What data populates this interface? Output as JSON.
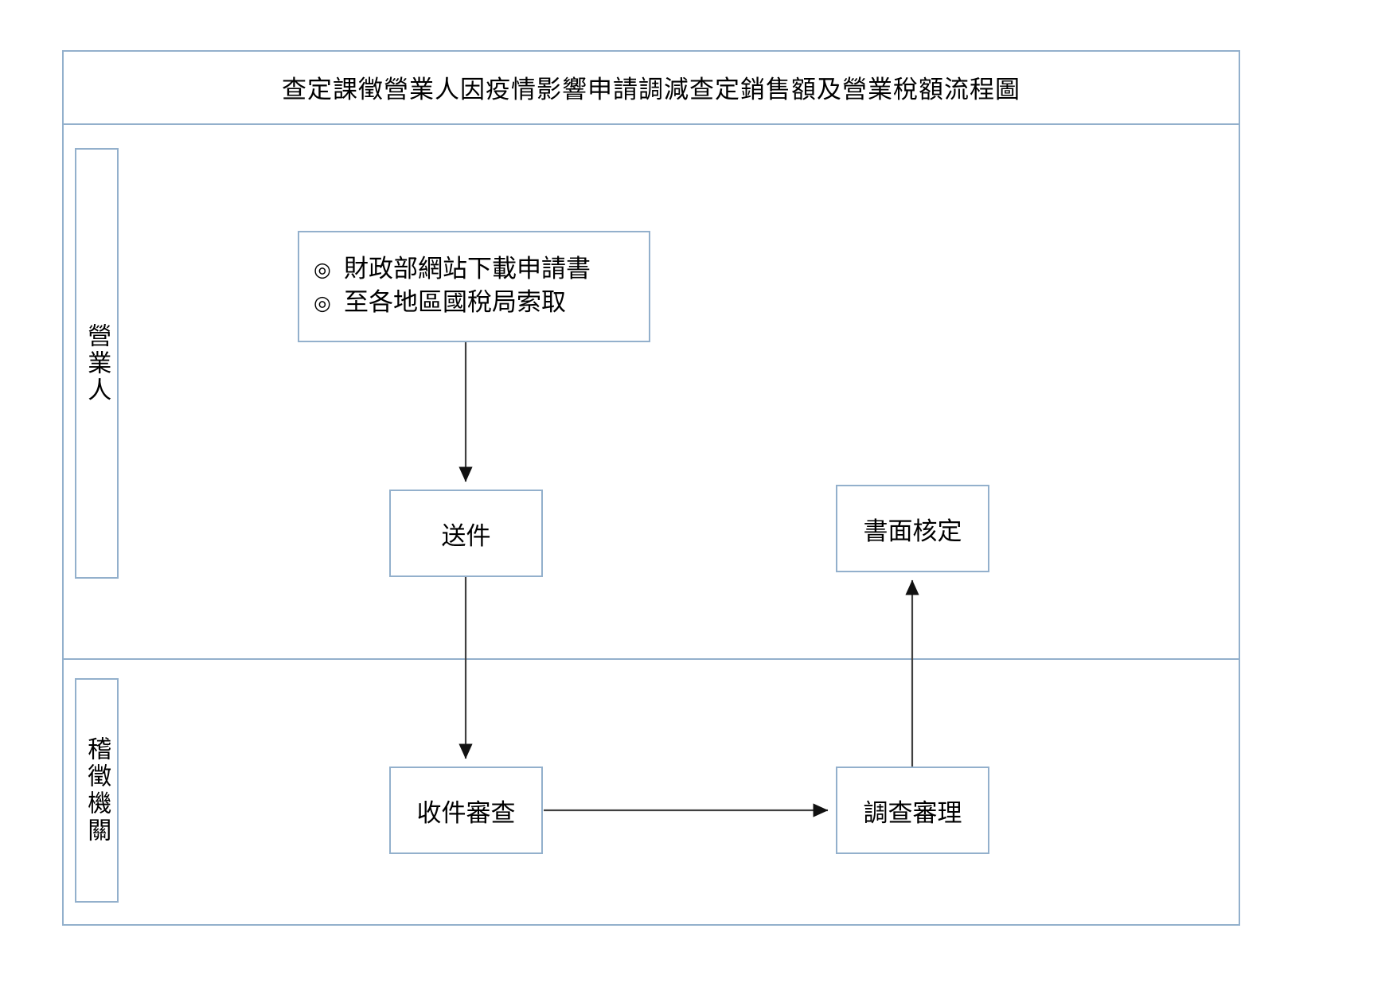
{
  "diagram": {
    "title": "查定課徵營業人因疫情影響申請調減查定銷售額及營業稅額流程圖",
    "type": "swimlane-flowchart",
    "colors": {
      "border": "#93b0cc",
      "connector": "#404040",
      "background": "#ffffff",
      "text": "#000000"
    },
    "lanes": [
      {
        "id": "lane-taxpayer",
        "label": "營業人",
        "orientation": "vertical"
      },
      {
        "id": "lane-tax-authority",
        "label": "稽徵機關",
        "orientation": "vertical"
      }
    ],
    "nodes": [
      {
        "id": "node-source",
        "lane": "lane-taxpayer",
        "shape": "rectangle",
        "bullet_symbol": "◎",
        "lines": [
          "財政部網站下載申請書",
          "至各地區國稅局索取"
        ]
      },
      {
        "id": "node-submit",
        "lane": "lane-taxpayer",
        "shape": "rectangle",
        "label": "送件"
      },
      {
        "id": "node-written-approval",
        "lane": "lane-taxpayer",
        "shape": "rectangle",
        "label": "書面核定"
      },
      {
        "id": "node-receive-review",
        "lane": "lane-tax-authority",
        "shape": "rectangle",
        "label": "收件審查"
      },
      {
        "id": "node-investigate",
        "lane": "lane-tax-authority",
        "shape": "rectangle",
        "label": "調查審理"
      }
    ],
    "edges": [
      {
        "id": "edge-source-to-submit",
        "from": "node-source",
        "to": "node-submit",
        "direction": "down",
        "label": ""
      },
      {
        "id": "edge-submit-to-receive",
        "from": "node-submit",
        "to": "node-receive-review",
        "direction": "down",
        "label": ""
      },
      {
        "id": "edge-receive-to-investigate",
        "from": "node-receive-review",
        "to": "node-investigate",
        "direction": "right",
        "label": ""
      },
      {
        "id": "edge-investigate-to-approval",
        "from": "node-investigate",
        "to": "node-written-approval",
        "direction": "up",
        "label": ""
      }
    ]
  }
}
